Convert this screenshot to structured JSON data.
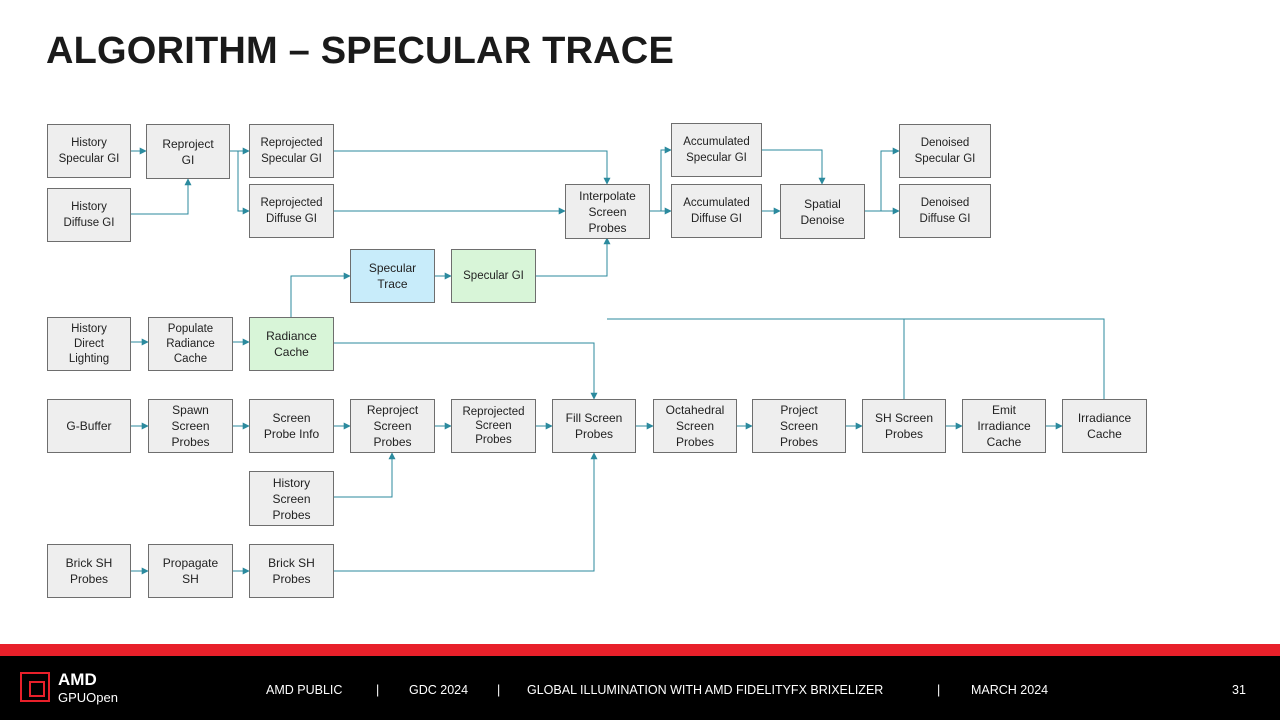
{
  "title": "ALGORITHM – SPECULAR TRACE",
  "colors": {
    "arrow": "#2b8a9e",
    "box_fill": "#eeeeee",
    "box_border": "#6e6e6e",
    "specular_trace_fill": "#c8ecfa",
    "green_fill": "#d8f5d8",
    "red_bar": "#e8202a",
    "footer_bg": "#000000"
  },
  "nodes": {
    "history_specular_gi": "History\nSpecular GI",
    "reproject_gi": "Reproject\nGI",
    "reprojected_specular_gi": "Reprojected\nSpecular GI",
    "history_diffuse_gi": "History\nDiffuse GI",
    "reprojected_diffuse_gi": "Reprojected\nDiffuse GI",
    "interpolate_screen_probes": "Interpolate\nScreen\nProbes",
    "accumulated_specular_gi": "Accumulated\nSpecular GI",
    "accumulated_diffuse_gi": "Accumulated\nDiffuse GI",
    "spatial_denoise": "Spatial\nDenoise",
    "denoised_specular_gi": "Denoised\nSpecular GI",
    "denoised_diffuse_gi": "Denoised\nDiffuse GI",
    "specular_trace": "Specular\nTrace",
    "specular_gi": "Specular GI",
    "history_direct_lighting": "History\nDirect\nLighting",
    "populate_radiance_cache": "Populate\nRadiance\nCache",
    "radiance_cache": "Radiance\nCache",
    "g_buffer": "G-Buffer",
    "spawn_screen_probes": "Spawn\nScreen\nProbes",
    "screen_probe_info": "Screen\nProbe Info",
    "reproject_screen_probes": "Reproject\nScreen\nProbes",
    "reprojected_screen_probes": "Reprojected\nScreen\nProbes",
    "fill_screen_probes": "Fill Screen\nProbes",
    "octahedral_screen_probes": "Octahedral\nScreen\nProbes",
    "project_screen_probes": "Project\nScreen\nProbes",
    "sh_screen_probes": "SH Screen\nProbes",
    "emit_irradiance_cache": "Emit\nIrradiance\nCache",
    "irradiance_cache": "Irradiance\nCache",
    "history_screen_probes": "History\nScreen\nProbes",
    "brick_sh_probes_src": "Brick SH\nProbes",
    "propagate_sh": "Propagate\nSH",
    "brick_sh_probes": "Brick SH\nProbes"
  },
  "footer": {
    "logo_brand": "AMD",
    "logo_sub": "GPUOpen",
    "classification": "AMD PUBLIC",
    "sep": "|",
    "event": "GDC 2024",
    "talk": "GLOBAL ILLUMINATION WITH AMD FIDELITYFX BRIXELIZER",
    "date": "MARCH 2024",
    "page_number": "31"
  }
}
